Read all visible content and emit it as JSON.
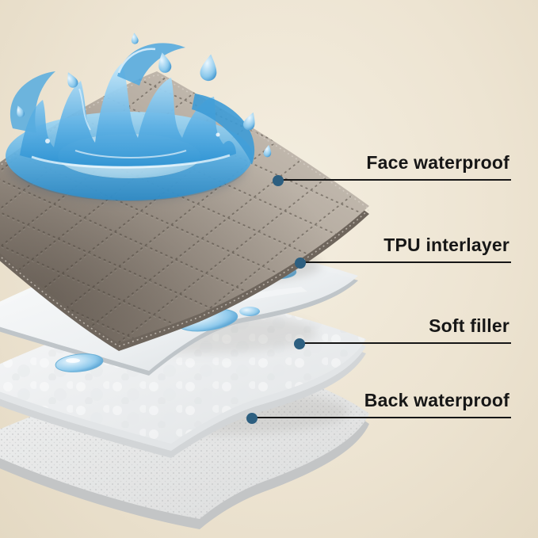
{
  "callouts": [
    {
      "label": "Face waterproof"
    },
    {
      "label": "TPU interlayer"
    },
    {
      "label": "Soft filler"
    },
    {
      "label": "Back waterproof"
    }
  ],
  "colors": {
    "background": "#ede4d2",
    "callout_dot": "#2d5f80",
    "callout_line": "#161616",
    "callout_text": "#161616",
    "fabric_gray": "#a1978c",
    "tpu_white": "#e9edf0",
    "filler_white": "#f2f3f4",
    "back_gray": "#e4e5e5",
    "water_blue": "#2e8cc8"
  }
}
